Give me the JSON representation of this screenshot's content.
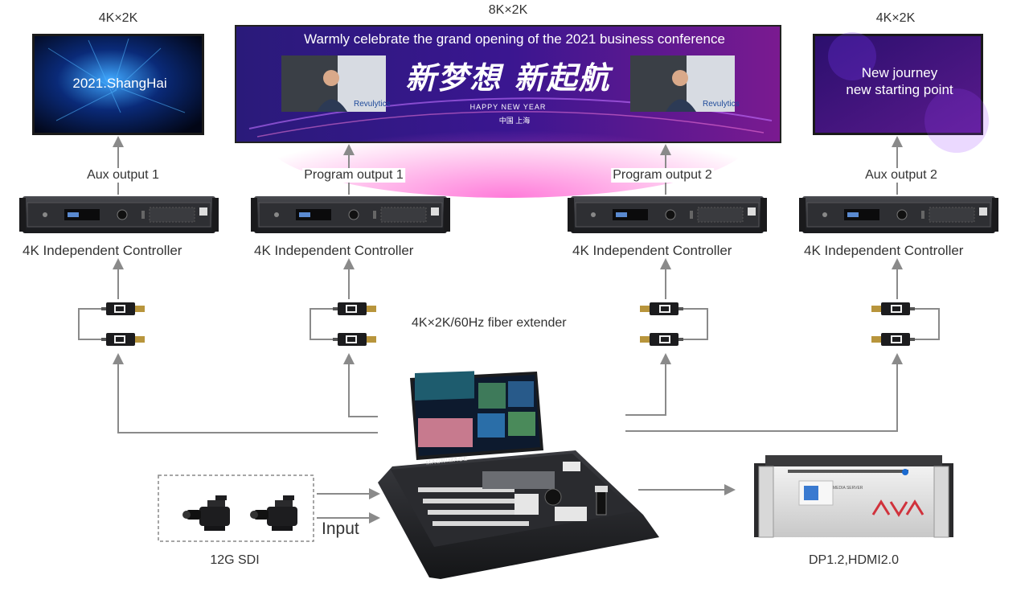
{
  "displays": {
    "left": {
      "resolution": "4K×2K",
      "content": "2021.ShangHai"
    },
    "center": {
      "resolution": "8K×2K",
      "banner": "Warmly celebrate the grand opening of the 2021 business conference",
      "calligraphy": "新梦想 新起航",
      "subtitle": "HAPPY NEW YEAR",
      "location": "中国 上海",
      "speaker_logo": "Revulytics"
    },
    "right": {
      "resolution": "4K×2K",
      "content_line1": "New journey",
      "content_line2": "new starting point"
    }
  },
  "outputs": {
    "aux1": "Aux output  1",
    "program1": "Program output  1",
    "program2": "Program output  2",
    "aux2": "Aux output  2"
  },
  "controller_label": "4K Independent Controller",
  "fiber_extender_label": "4K×2K/60Hz fiber extender",
  "switcher": {
    "brand": "MAGNIMAGE"
  },
  "input_label": "Input",
  "input_type": "12G SDI",
  "media_server": {
    "output_type": "DP1.2,HDMI2.0",
    "panel_text": "MEDIA SERVER"
  },
  "colors": {
    "connector": "#8a8a8a",
    "device": "#2a2b2e",
    "screen_purple": "#4a1f8a"
  }
}
